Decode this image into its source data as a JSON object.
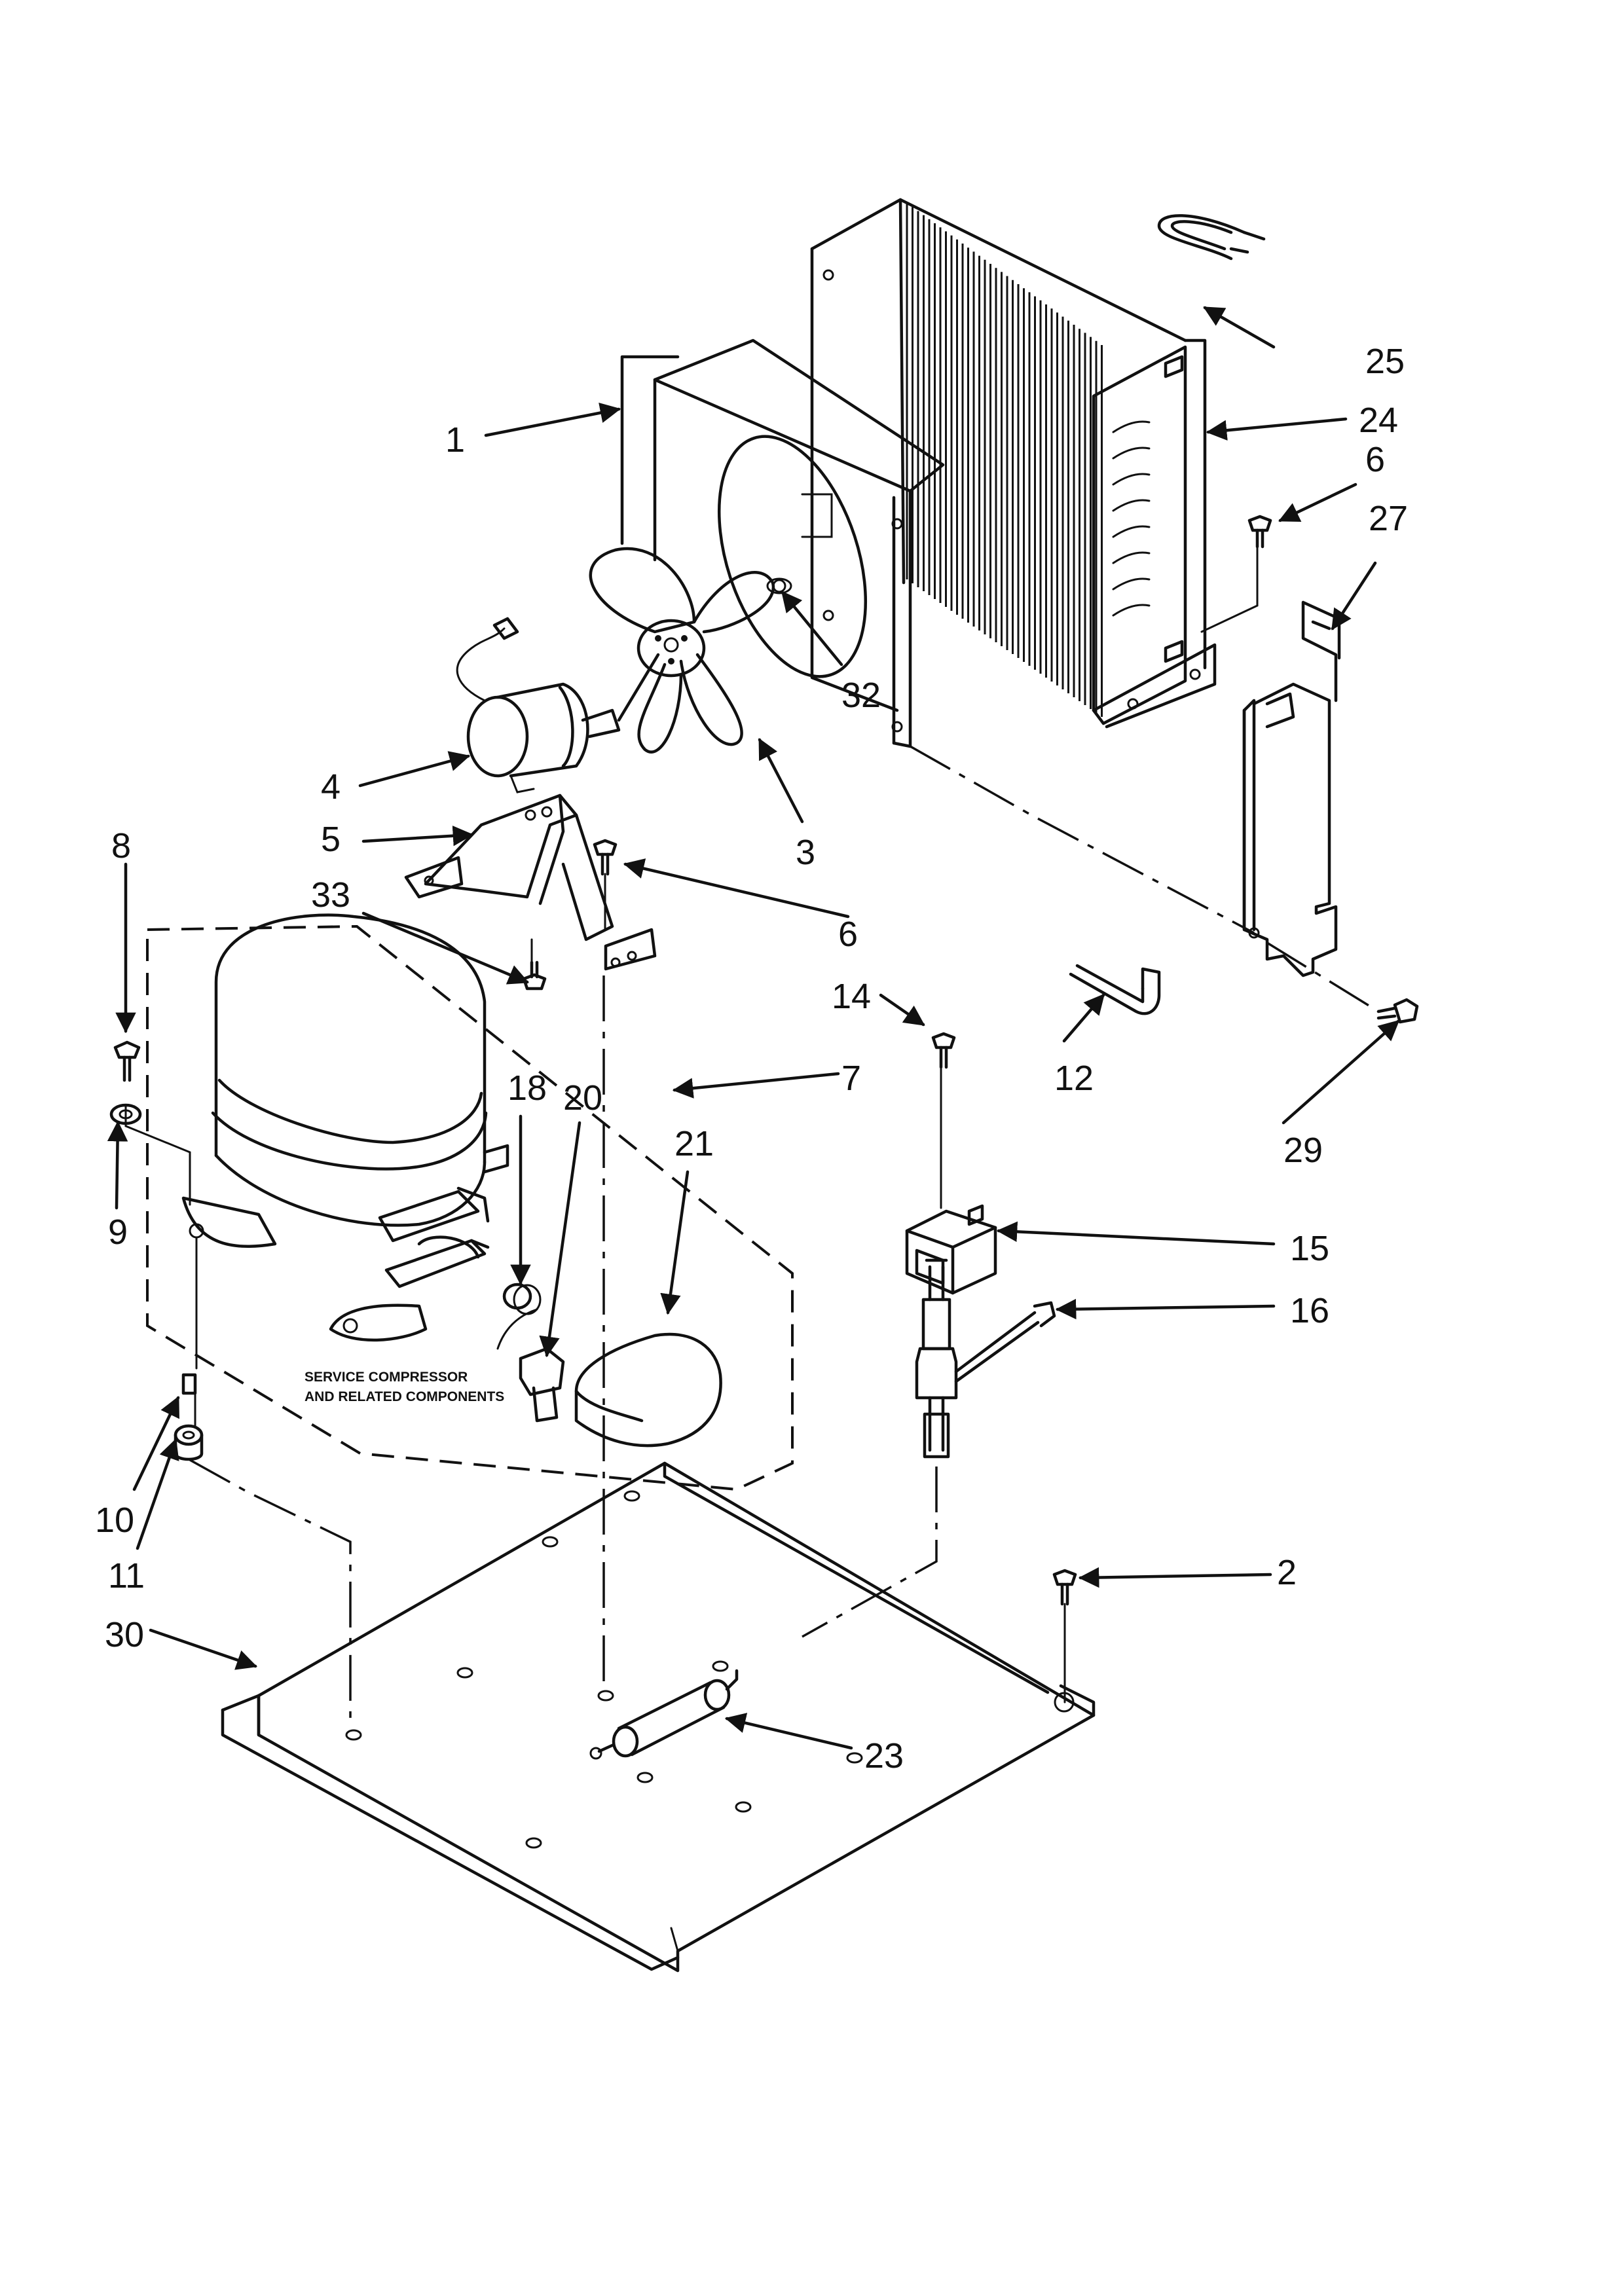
{
  "diagram": {
    "callouts": {
      "c1": "1",
      "c2": "2",
      "c3": "3",
      "c4": "4",
      "c5": "5",
      "c6a": "6",
      "c6b": "6",
      "c7": "7",
      "c8": "8",
      "c9": "9",
      "c10": "10",
      "c11": "11",
      "c12": "12",
      "c14": "14",
      "c15": "15",
      "c16": "16",
      "c18": "18",
      "c20": "20",
      "c21": "21",
      "c23": "23",
      "c24": "24",
      "c25": "25",
      "c27": "27",
      "c29": "29",
      "c30": "30",
      "c32": "32",
      "c33": "33"
    },
    "note": {
      "line1": "SERVICE COMPRESSOR",
      "line2": "AND RELATED COMPONENTS"
    }
  }
}
